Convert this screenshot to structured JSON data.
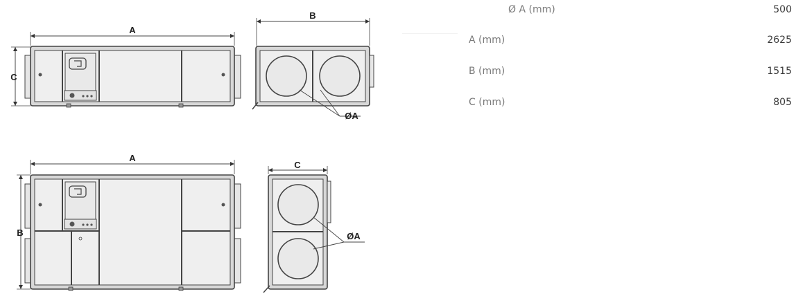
{
  "drawings": {
    "top_front_dim_label": "A",
    "top_height_dim_label": "C",
    "top_side_dim_label": "B",
    "top_duct_dim_label": "ØA",
    "bottom_front_dim_label": "A",
    "bottom_height_dim_label": "B",
    "bottom_side_dim_label": "C",
    "bottom_duct_dim_label": "ØA"
  },
  "specs": [
    {
      "label": "Ø A (mm)",
      "value": "500"
    },
    {
      "label": "A (mm)",
      "value": "2625"
    },
    {
      "label": "B (mm)",
      "value": "1515"
    },
    {
      "label": "C (mm)",
      "value": "805"
    }
  ]
}
